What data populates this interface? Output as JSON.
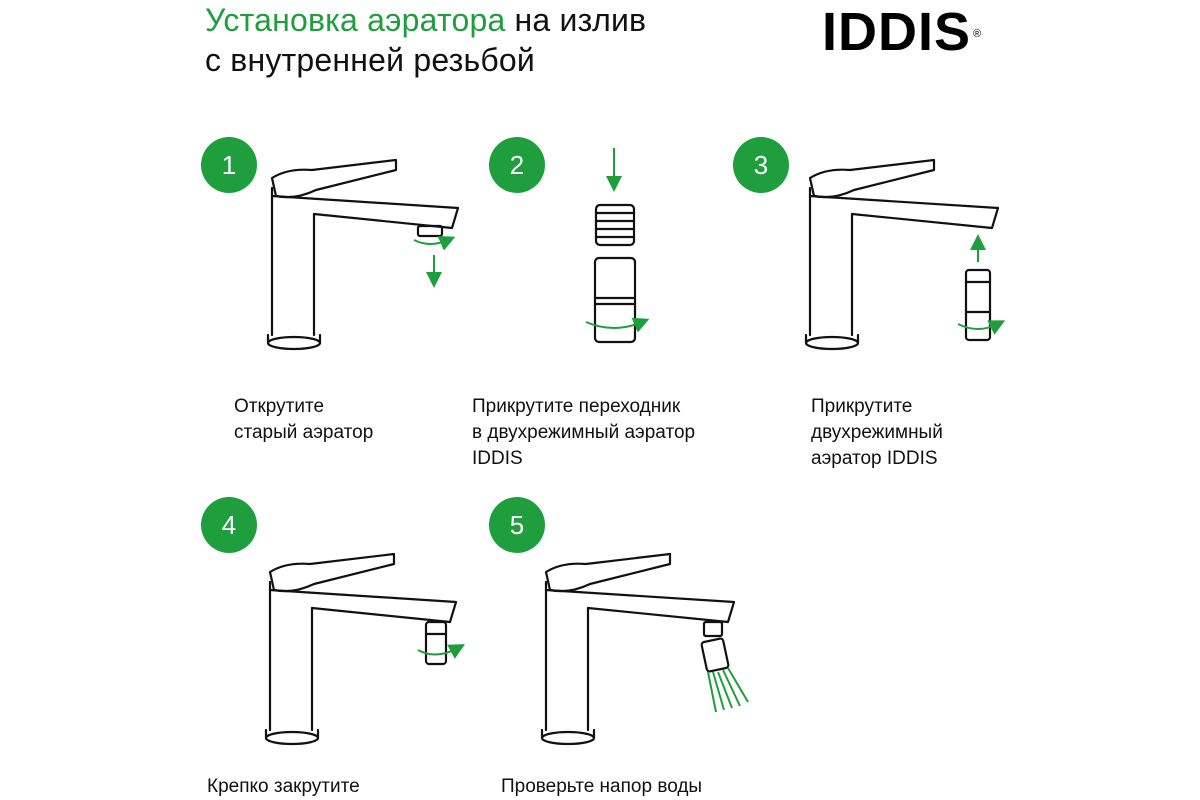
{
  "header": {
    "title_accent": "Установка аэратора",
    "title_rest": " на излив",
    "title_line2": "с внутренней резьбой",
    "brand": "IDDIS",
    "registered_mark": "®"
  },
  "colors": {
    "accent": "#1f9e3e",
    "ink": "#111111"
  },
  "steps": [
    {
      "number": "1",
      "caption": "Открутите\nстарый аэратор"
    },
    {
      "number": "2",
      "caption": "Прикрутите переходник\nв двухрежимный аэратор\nIDDIS"
    },
    {
      "number": "3",
      "caption": "Прикрутите\nдвухрежимный\nаэратор IDDIS"
    },
    {
      "number": "4",
      "caption": "Крепко закрутите"
    },
    {
      "number": "5",
      "caption": "Проверьте напор воды"
    }
  ]
}
